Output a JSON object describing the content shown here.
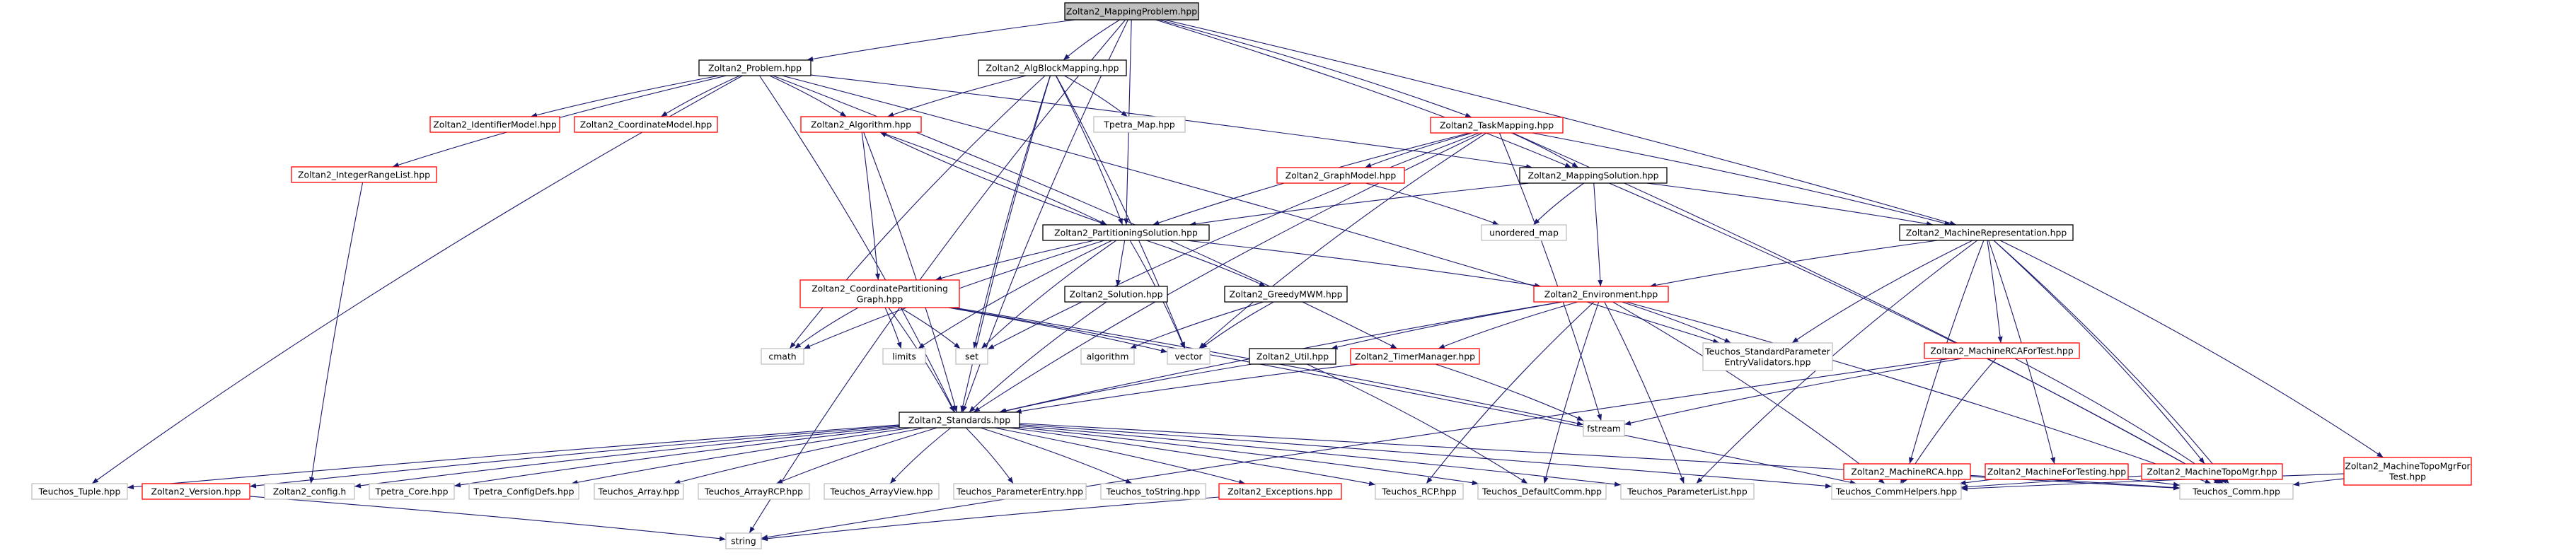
{
  "colors": {
    "edge": "#191970",
    "border_default": "#000000",
    "border_red": "#ff0000",
    "border_gray": "#bfbfbf",
    "root_fill": "#bfbfbf"
  },
  "nodes": [
    {
      "id": "mp",
      "label": "Zoltan2_MappingProblem.hpp",
      "style": "root"
    },
    {
      "id": "prob",
      "label": "Zoltan2_Problem.hpp",
      "style": "black"
    },
    {
      "id": "abm",
      "label": "Zoltan2_AlgBlockMapping.hpp",
      "style": "black"
    },
    {
      "id": "tm",
      "label": "Zoltan2_TaskMapping.hpp",
      "style": "red"
    },
    {
      "id": "im",
      "label": "Zoltan2_IdentifierModel.hpp",
      "style": "red"
    },
    {
      "id": "cm",
      "label": "Zoltan2_CoordinateModel.hpp",
      "style": "red"
    },
    {
      "id": "alg",
      "label": "Zoltan2_Algorithm.hpp",
      "style": "red"
    },
    {
      "id": "tmap",
      "label": "Tpetra_Map.hpp",
      "style": "gray"
    },
    {
      "id": "irl",
      "label": "Zoltan2_IntegerRangeList.hpp",
      "style": "red"
    },
    {
      "id": "gm",
      "label": "Zoltan2_GraphModel.hpp",
      "style": "red"
    },
    {
      "id": "ms",
      "label": "Zoltan2_MappingSolution.hpp",
      "style": "black"
    },
    {
      "id": "umap",
      "label": "unordered_map",
      "style": "gray"
    },
    {
      "id": "ps",
      "label": "Zoltan2_PartitioningSolution.hpp",
      "style": "black"
    },
    {
      "id": "mr",
      "label": "Zoltan2_MachineRepresentation.hpp",
      "style": "black"
    },
    {
      "id": "cpg",
      "label": [
        "Zoltan2_CoordinatePartitioning",
        "Graph.hpp"
      ],
      "style": "red"
    },
    {
      "id": "sol",
      "label": "Zoltan2_Solution.hpp",
      "style": "black"
    },
    {
      "id": "gmwm",
      "label": "Zoltan2_GreedyMWM.hpp",
      "style": "black"
    },
    {
      "id": "env",
      "label": "Zoltan2_Environment.hpp",
      "style": "red"
    },
    {
      "id": "cmath",
      "label": "cmath",
      "style": "gray"
    },
    {
      "id": "limits",
      "label": "limits",
      "style": "gray"
    },
    {
      "id": "set",
      "label": "set",
      "style": "gray"
    },
    {
      "id": "algorithm",
      "label": "algorithm",
      "style": "gray"
    },
    {
      "id": "vector",
      "label": "vector",
      "style": "gray"
    },
    {
      "id": "util",
      "label": "Zoltan2_Util.hpp",
      "style": "black"
    },
    {
      "id": "timer",
      "label": "Zoltan2_TimerManager.hpp",
      "style": "red"
    },
    {
      "id": "tspev",
      "label": [
        "Teuchos_StandardParameter",
        "EntryValidators.hpp"
      ],
      "style": "gray"
    },
    {
      "id": "rcaft",
      "label": "Zoltan2_MachineRCAForTest.hpp",
      "style": "red"
    },
    {
      "id": "fstream",
      "label": "fstream",
      "style": "gray"
    },
    {
      "id": "std",
      "label": "Zoltan2_Standards.hpp",
      "style": "black"
    },
    {
      "id": "rca",
      "label": "Zoltan2_MachineRCA.hpp",
      "style": "red"
    },
    {
      "id": "mft",
      "label": "Zoltan2_MachineForTesting.hpp",
      "style": "red"
    },
    {
      "id": "topo",
      "label": "Zoltan2_MachineTopoMgr.hpp",
      "style": "red"
    },
    {
      "id": "topoft",
      "label": [
        "Zoltan2_MachineTopoMgrFor",
        "Test.hpp"
      ],
      "style": "red"
    },
    {
      "id": "tuple",
      "label": "Teuchos_Tuple.hpp",
      "style": "gray"
    },
    {
      "id": "ver",
      "label": "Zoltan2_Version.hpp",
      "style": "red"
    },
    {
      "id": "cfg",
      "label": "Zoltan2_config.h",
      "style": "gray"
    },
    {
      "id": "tcore",
      "label": "Tpetra_Core.hpp",
      "style": "gray"
    },
    {
      "id": "tcdefs",
      "label": "Tpetra_ConfigDefs.hpp",
      "style": "gray"
    },
    {
      "id": "tarr",
      "label": "Teuchos_Array.hpp",
      "style": "gray"
    },
    {
      "id": "tarcp",
      "label": "Teuchos_ArrayRCP.hpp",
      "style": "gray"
    },
    {
      "id": "tav",
      "label": "Teuchos_ArrayView.hpp",
      "style": "gray"
    },
    {
      "id": "tpe",
      "label": "Teuchos_ParameterEntry.hpp",
      "style": "gray"
    },
    {
      "id": "tts",
      "label": "Teuchos_toString.hpp",
      "style": "gray"
    },
    {
      "id": "exc",
      "label": "Zoltan2_Exceptions.hpp",
      "style": "red"
    },
    {
      "id": "rcp",
      "label": "Teuchos_RCP.hpp",
      "style": "gray"
    },
    {
      "id": "dc",
      "label": "Teuchos_DefaultComm.hpp",
      "style": "gray"
    },
    {
      "id": "tpl",
      "label": "Teuchos_ParameterList.hpp",
      "style": "gray"
    },
    {
      "id": "tch",
      "label": "Teuchos_CommHelpers.hpp",
      "style": "gray"
    },
    {
      "id": "tcomm",
      "label": "Teuchos_Comm.hpp",
      "style": "gray"
    },
    {
      "id": "string",
      "label": "string",
      "style": "gray"
    }
  ],
  "edges": [
    [
      "mp",
      "prob"
    ],
    [
      "mp",
      "abm"
    ],
    [
      "mp",
      "tm"
    ],
    [
      "mp",
      "ps"
    ],
    [
      "mp",
      "ms"
    ],
    [
      "mp",
      "mr"
    ],
    [
      "mp",
      "std"
    ],
    [
      "mp",
      "string"
    ],
    [
      "prob",
      "im"
    ],
    [
      "prob",
      "cm"
    ],
    [
      "prob",
      "alg"
    ],
    [
      "prob",
      "irl"
    ],
    [
      "prob",
      "ms"
    ],
    [
      "prob",
      "timer"
    ],
    [
      "prob",
      "tspev"
    ],
    [
      "prob",
      "std"
    ],
    [
      "prob",
      "tuple"
    ],
    [
      "abm",
      "alg"
    ],
    [
      "abm",
      "tmap"
    ],
    [
      "abm",
      "ps"
    ],
    [
      "abm",
      "cmath"
    ],
    [
      "abm",
      "set"
    ],
    [
      "abm",
      "std"
    ],
    [
      "abm",
      "vector"
    ],
    [
      "tm",
      "gm"
    ],
    [
      "tm",
      "ms"
    ],
    [
      "tm",
      "mr"
    ],
    [
      "tm",
      "ps"
    ],
    [
      "tm",
      "set"
    ],
    [
      "tm",
      "vector"
    ],
    [
      "tm",
      "fstream"
    ],
    [
      "tm",
      "std"
    ],
    [
      "tm",
      "tcomm"
    ],
    [
      "alg",
      "ps"
    ],
    [
      "alg",
      "cpg"
    ],
    [
      "alg",
      "std"
    ],
    [
      "gm",
      "umap"
    ],
    [
      "ms",
      "ps"
    ],
    [
      "ms",
      "umap"
    ],
    [
      "ms",
      "env"
    ],
    [
      "ms",
      "tcomm"
    ],
    [
      "ms",
      "mr"
    ],
    [
      "ps",
      "alg"
    ],
    [
      "ps",
      "cpg"
    ],
    [
      "ps",
      "sol"
    ],
    [
      "ps",
      "gmwm"
    ],
    [
      "ps",
      "env"
    ],
    [
      "ps",
      "cmath"
    ],
    [
      "ps",
      "limits"
    ],
    [
      "ps",
      "set"
    ],
    [
      "ps",
      "vector"
    ],
    [
      "mr",
      "env"
    ],
    [
      "mr",
      "tspev"
    ],
    [
      "mr",
      "rcaft"
    ],
    [
      "mr",
      "rca"
    ],
    [
      "mr",
      "mft"
    ],
    [
      "mr",
      "topo"
    ],
    [
      "mr",
      "topoft"
    ],
    [
      "mr",
      "tpl"
    ],
    [
      "mr",
      "tcomm"
    ],
    [
      "cpg",
      "cmath"
    ],
    [
      "cpg",
      "limits"
    ],
    [
      "cpg",
      "set"
    ],
    [
      "cpg",
      "vector"
    ],
    [
      "cpg",
      "std"
    ],
    [
      "cpg",
      "tch"
    ],
    [
      "cpg",
      "fstream"
    ],
    [
      "sol",
      "std"
    ],
    [
      "gmwm",
      "algorithm"
    ],
    [
      "gmwm",
      "vector"
    ],
    [
      "env",
      "util"
    ],
    [
      "env",
      "timer"
    ],
    [
      "env",
      "tspev"
    ],
    [
      "env",
      "std"
    ],
    [
      "env",
      "rcp"
    ],
    [
      "env",
      "dc"
    ],
    [
      "env",
      "tpl"
    ],
    [
      "env",
      "tch"
    ],
    [
      "env",
      "tcomm"
    ],
    [
      "util",
      "std"
    ],
    [
      "util",
      "dc"
    ],
    [
      "timer",
      "std"
    ],
    [
      "timer",
      "fstream"
    ],
    [
      "irl",
      "cfg"
    ],
    [
      "rcaft",
      "fstream"
    ],
    [
      "rcaft",
      "tch"
    ],
    [
      "rcaft",
      "tcomm"
    ],
    [
      "rcaft",
      "string"
    ],
    [
      "rca",
      "tch"
    ],
    [
      "rca",
      "tcomm"
    ],
    [
      "mft",
      "tch"
    ],
    [
      "mft",
      "tcomm"
    ],
    [
      "topo",
      "tch"
    ],
    [
      "topo",
      "tcomm"
    ],
    [
      "topoft",
      "tch"
    ],
    [
      "topoft",
      "tcomm"
    ],
    [
      "std",
      "tuple"
    ],
    [
      "std",
      "ver"
    ],
    [
      "std",
      "cfg"
    ],
    [
      "std",
      "tcore"
    ],
    [
      "std",
      "tcdefs"
    ],
    [
      "std",
      "tarr"
    ],
    [
      "std",
      "tarcp"
    ],
    [
      "std",
      "tav"
    ],
    [
      "std",
      "tpe"
    ],
    [
      "std",
      "tts"
    ],
    [
      "std",
      "exc"
    ],
    [
      "std",
      "rcp"
    ],
    [
      "std",
      "dc"
    ],
    [
      "std",
      "tpl"
    ],
    [
      "std",
      "tch"
    ],
    [
      "std",
      "tcomm"
    ],
    [
      "ver",
      "string"
    ],
    [
      "exc",
      "string"
    ]
  ]
}
